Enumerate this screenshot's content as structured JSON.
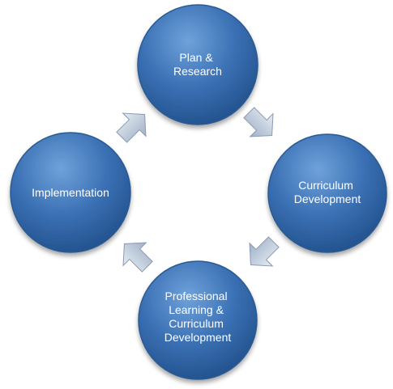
{
  "cycle": {
    "steps": [
      {
        "lines": [
          "Plan &",
          "Research"
        ]
      },
      {
        "lines": [
          "Curriculum",
          "Development"
        ]
      },
      {
        "lines": [
          "Professional",
          "Learning &",
          "Curriculum",
          "Development"
        ]
      },
      {
        "lines": [
          "Implementation"
        ]
      }
    ]
  },
  "colors": {
    "circle_fill": "#3a70b4",
    "circle_highlight": "#6fa2da",
    "circle_stroke": "#2c5a93",
    "arrow_fill": "#bcc9da",
    "label_color": "#ffffff"
  },
  "icons": [
    "arrow-right-down-icon",
    "arrow-left-down-icon",
    "arrow-left-up-icon",
    "arrow-right-up-icon"
  ]
}
